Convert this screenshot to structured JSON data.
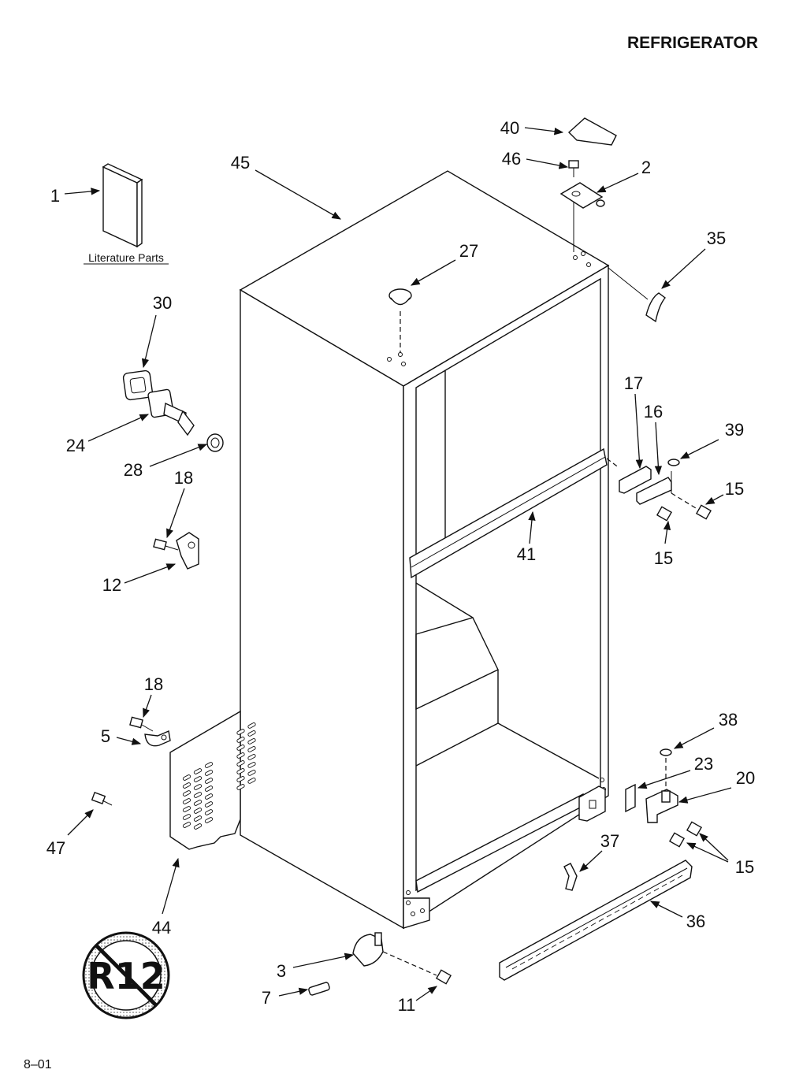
{
  "title": "REFRIGERATOR",
  "literature_label": "Literature Parts",
  "footer": "8–01",
  "badge": {
    "text": "R12",
    "meaning": "no-r12-symbol"
  },
  "callouts": [
    {
      "id": "c1",
      "label": "1"
    },
    {
      "id": "c2",
      "label": "2"
    },
    {
      "id": "c3",
      "label": "3"
    },
    {
      "id": "c5",
      "label": "5"
    },
    {
      "id": "c7",
      "label": "7"
    },
    {
      "id": "c11",
      "label": "11"
    },
    {
      "id": "c12",
      "label": "12"
    },
    {
      "id": "c15a",
      "label": "15"
    },
    {
      "id": "c15b",
      "label": "15"
    },
    {
      "id": "c15c",
      "label": "15"
    },
    {
      "id": "c16",
      "label": "16"
    },
    {
      "id": "c17",
      "label": "17"
    },
    {
      "id": "c18a",
      "label": "18"
    },
    {
      "id": "c18b",
      "label": "18"
    },
    {
      "id": "c20",
      "label": "20"
    },
    {
      "id": "c23",
      "label": "23"
    },
    {
      "id": "c24",
      "label": "24"
    },
    {
      "id": "c27",
      "label": "27"
    },
    {
      "id": "c28",
      "label": "28"
    },
    {
      "id": "c30",
      "label": "30"
    },
    {
      "id": "c35",
      "label": "35"
    },
    {
      "id": "c36",
      "label": "36"
    },
    {
      "id": "c37",
      "label": "37"
    },
    {
      "id": "c38",
      "label": "38"
    },
    {
      "id": "c39",
      "label": "39"
    },
    {
      "id": "c40",
      "label": "40"
    },
    {
      "id": "c41",
      "label": "41"
    },
    {
      "id": "c44",
      "label": "44"
    },
    {
      "id": "c45",
      "label": "45"
    },
    {
      "id": "c46",
      "label": "46"
    },
    {
      "id": "c47",
      "label": "47"
    }
  ]
}
